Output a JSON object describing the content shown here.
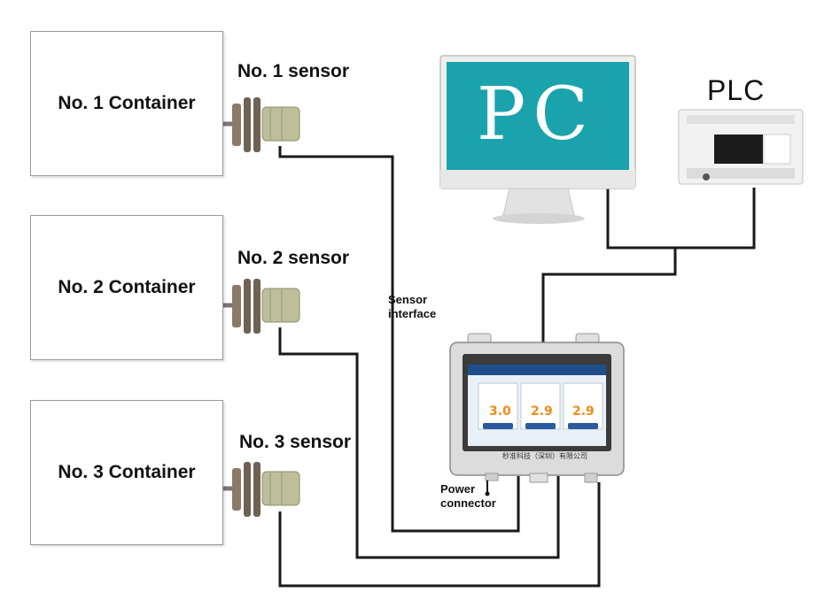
{
  "containers": [
    {
      "label": "No. 1 Container"
    },
    {
      "label": "No. 2 Container"
    },
    {
      "label": "No. 3 Container"
    }
  ],
  "sensors": [
    {
      "label": "No. 1 sensor"
    },
    {
      "label": "No. 2 sensor"
    },
    {
      "label": "No. 3 sensor"
    }
  ],
  "pc": {
    "label": "PC",
    "screen_color": "#1aa3ad"
  },
  "plc": {
    "label": "PLC"
  },
  "controller": {
    "sensor_interface_label": "Sensor interface",
    "power_connector_label": "Power connector",
    "footer_text": "秒准科技（深圳）有限公司",
    "channels": [
      {
        "value": "3.0"
      },
      {
        "value": "2.9"
      },
      {
        "value": "2.9"
      }
    ],
    "value_color": "#f08a1a"
  }
}
